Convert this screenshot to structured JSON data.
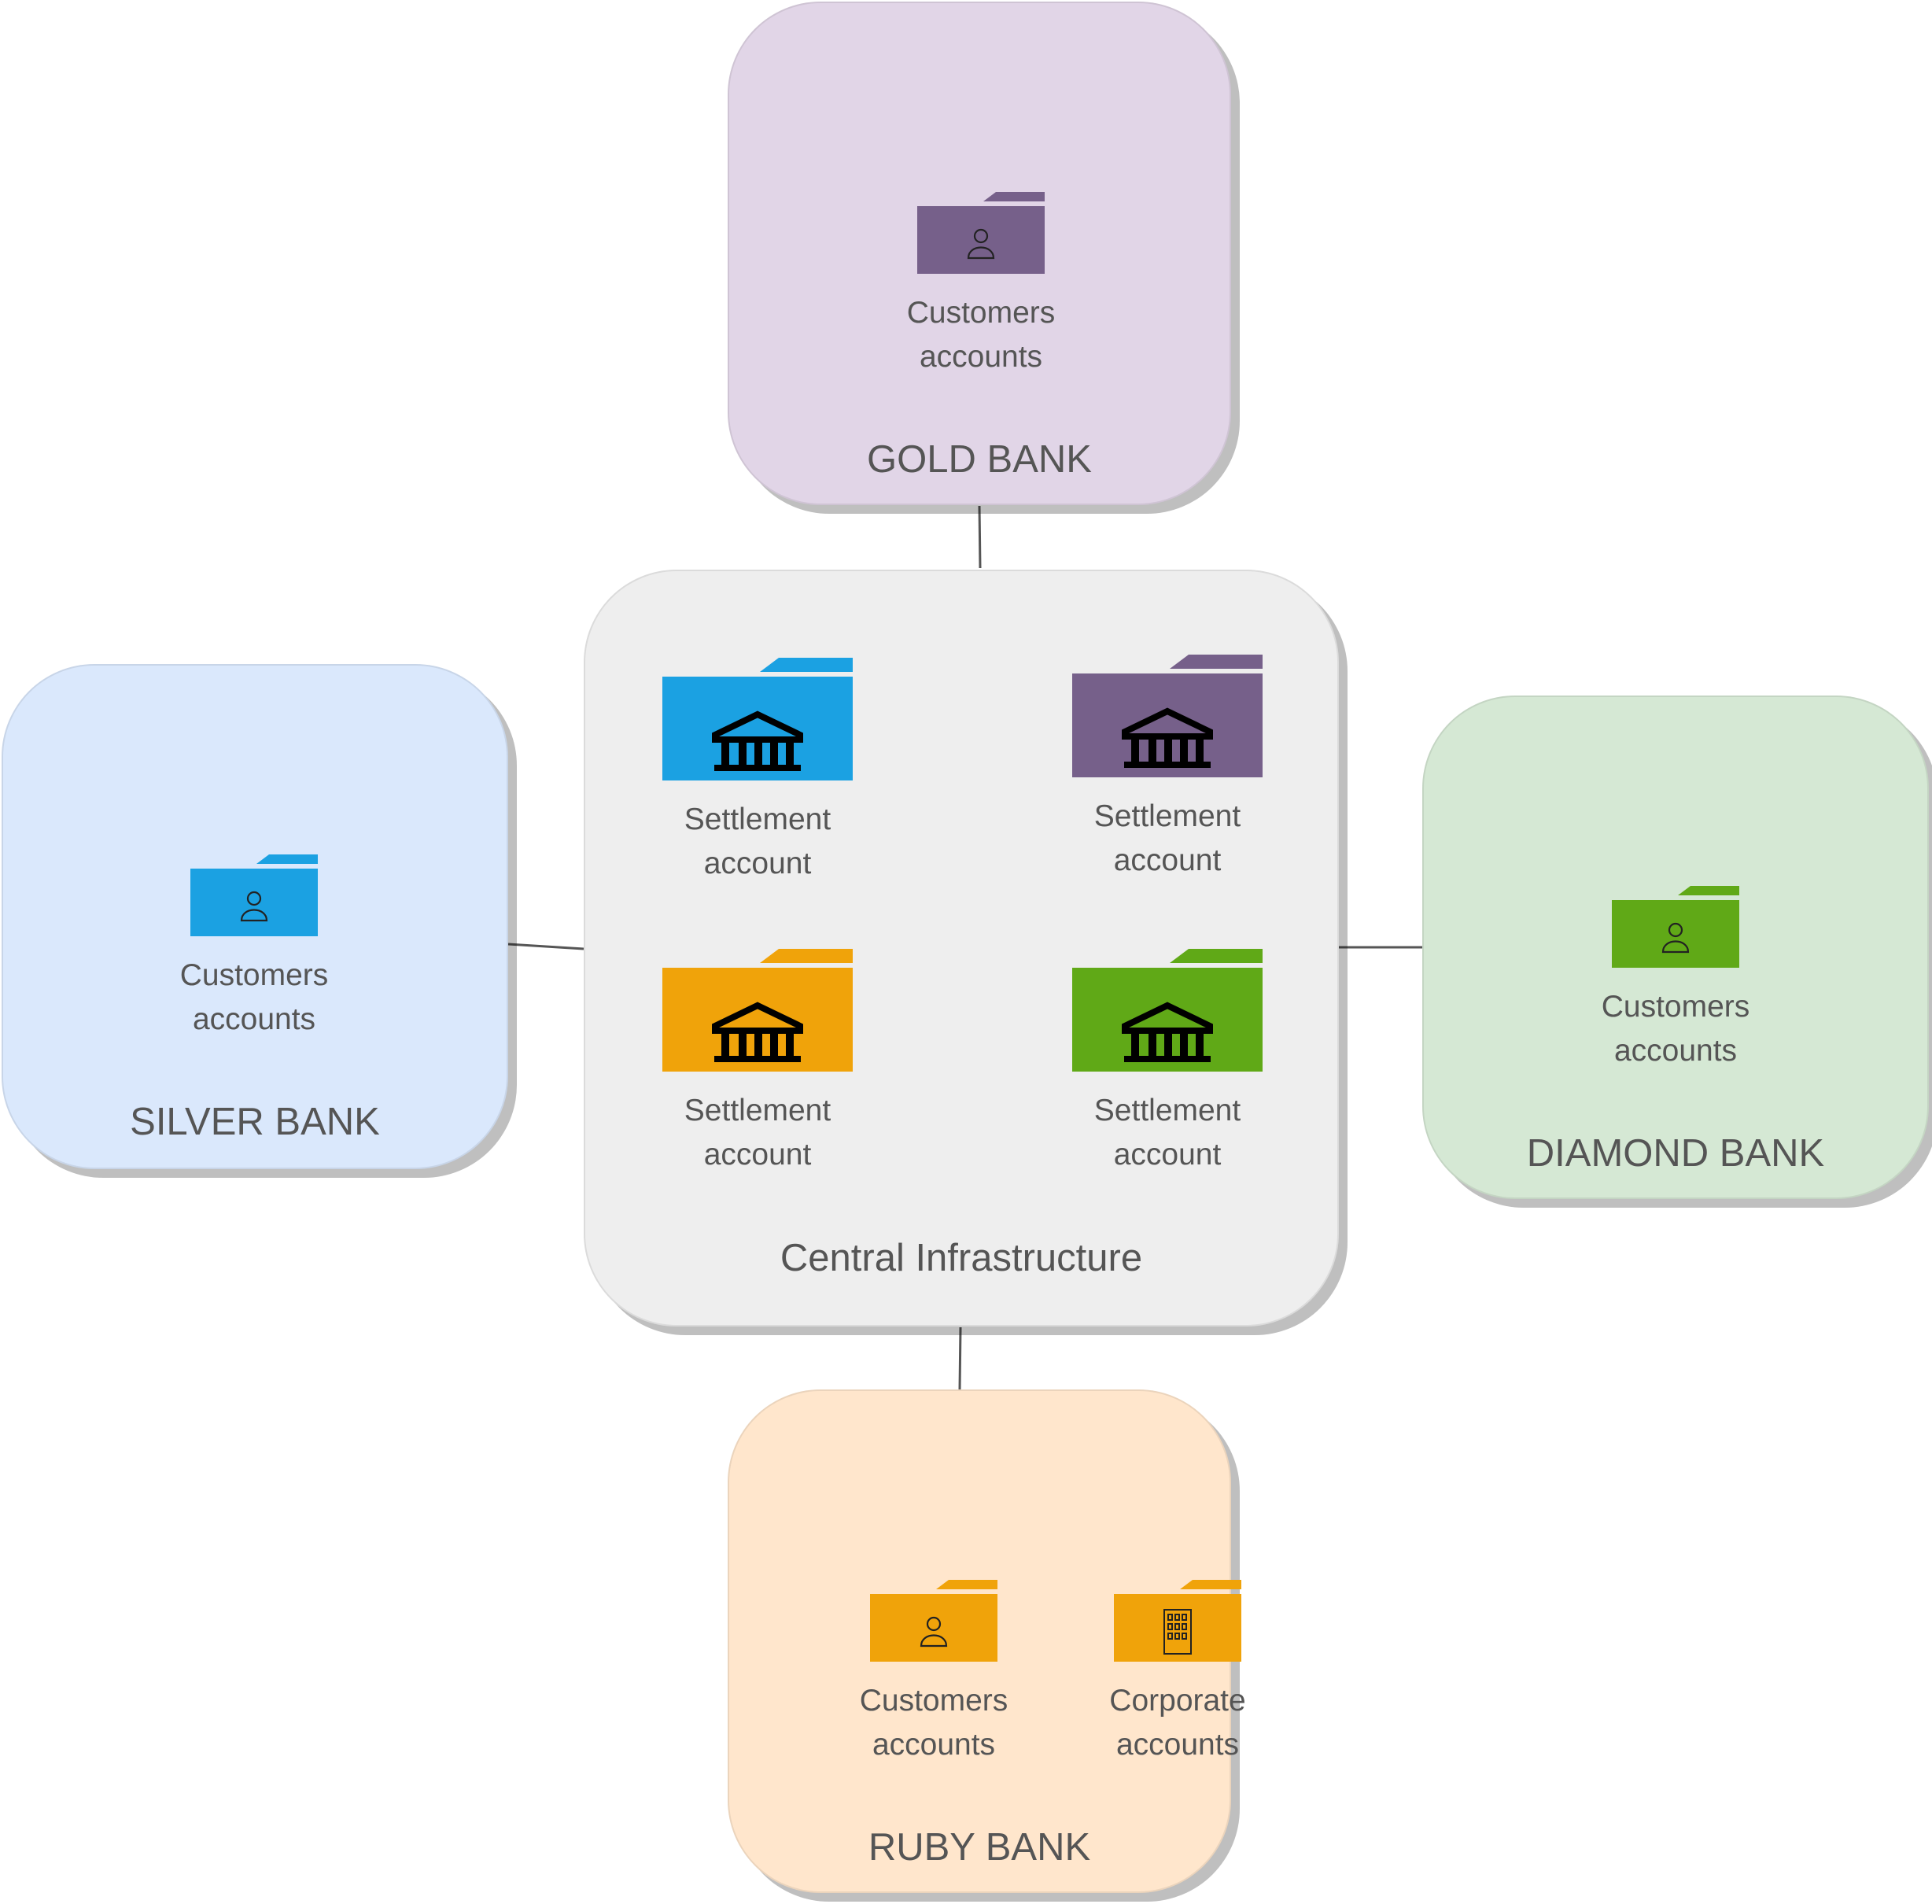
{
  "central": {
    "title": "Central Infrastructure",
    "color": "#eeeeee",
    "accounts": [
      {
        "line1": "Settlement",
        "line2": "account",
        "color": "#1ba1e2",
        "icon": "bank-building-icon"
      },
      {
        "line1": "Settlement",
        "line2": "account",
        "color": "#76608a",
        "icon": "bank-building-icon"
      },
      {
        "line1": "Settlement",
        "line2": "account",
        "color": "#f0a30a",
        "icon": "bank-building-icon"
      },
      {
        "line1": "Settlement",
        "line2": "account",
        "color": "#60a917",
        "icon": "bank-building-icon"
      }
    ]
  },
  "gold": {
    "title": "GOLD BANK",
    "color": "#e1d5e7",
    "accounts": [
      {
        "line1": "Customers",
        "line2": "accounts",
        "color": "#76608a",
        "icon": "user-icon"
      }
    ]
  },
  "silver": {
    "title": "SILVER BANK",
    "color": "#dae8fc",
    "accounts": [
      {
        "line1": "Customers",
        "line2": "accounts",
        "color": "#1ba1e2",
        "icon": "user-icon"
      }
    ]
  },
  "diamond": {
    "title": "DIAMOND BANK",
    "color": "#d5e8d4",
    "accounts": [
      {
        "line1": "Customers",
        "line2": "accounts",
        "color": "#60a917",
        "icon": "user-icon"
      }
    ]
  },
  "ruby": {
    "title": "RUBY BANK",
    "color": "#ffe6cc",
    "accounts": [
      {
        "line1": "Customers",
        "line2": "accounts",
        "color": "#f0a30a",
        "icon": "user-icon"
      },
      {
        "line1": "Corporate",
        "line2": "accounts",
        "color": "#f0a30a",
        "icon": "office-building-icon"
      }
    ]
  }
}
